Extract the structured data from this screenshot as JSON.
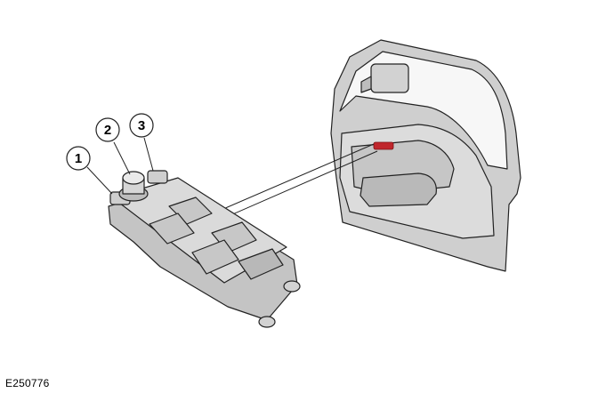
{
  "figure_id": "E250776",
  "callouts": [
    {
      "number": "1",
      "part": "switch-1"
    },
    {
      "number": "2",
      "part": "mirror-control-knob"
    },
    {
      "number": "3",
      "part": "switch-3"
    }
  ],
  "colors": {
    "line": "#222222",
    "part_light": "#d9d9d9",
    "part_mid": "#bdbdbd",
    "part_dark": "#9a9a9a",
    "highlight": "#c0262c"
  }
}
